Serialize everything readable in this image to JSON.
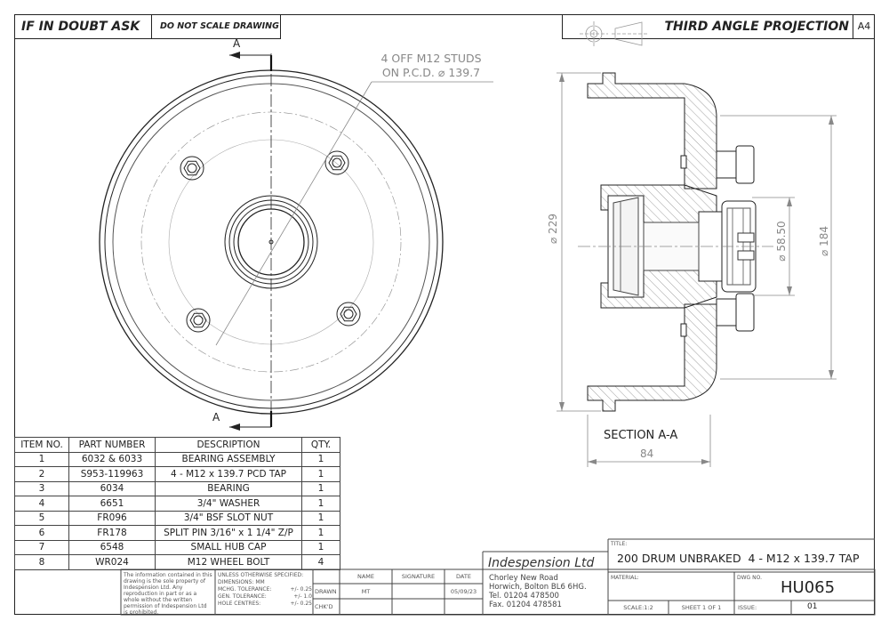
{
  "header": {
    "warning": "IF IN DOUBT ASK",
    "scale_note": "DO NOT SCALE DRAWING",
    "projection": "THIRD ANGLE PROJECTION",
    "sheet_size": "A4"
  },
  "front_view": {
    "section_label_top": "A",
    "section_label_bottom": "A",
    "note_line1": "4 OFF M12 STUDS",
    "note_line2": "ON P.C.D. ⌀ 139.7"
  },
  "section_view": {
    "title": "SECTION A-A",
    "dim_overall_dia": "⌀ 229",
    "dim_hub_bore": "⌀ 58.50",
    "dim_flange_dia": "⌀ 184",
    "dim_depth": "84"
  },
  "bom": {
    "headers": [
      "ITEM NO.",
      "PART NUMBER",
      "DESCRIPTION",
      "QTY."
    ],
    "rows": [
      [
        "1",
        "6032 & 6033",
        "BEARING ASSEMBLY",
        "1"
      ],
      [
        "2",
        "S953-119963",
        "4 - M12 x 139.7 PCD TAP",
        "1"
      ],
      [
        "3",
        "6034",
        "BEARING",
        "1"
      ],
      [
        "4",
        "6651",
        "3/4\" WASHER",
        "1"
      ],
      [
        "5",
        "FR096",
        "3/4\" BSF SLOT NUT",
        "1"
      ],
      [
        "6",
        "FR178",
        "SPLIT PIN 3/16\" x 1 1/4\" Z/P",
        "1"
      ],
      [
        "7",
        "6548",
        "SMALL HUB CAP",
        "1"
      ],
      [
        "8",
        "WR024",
        "M12 WHEEL BOLT",
        "4"
      ]
    ]
  },
  "title_block": {
    "confidentiality": "The information contained in this drawing is the sole property of Indespension Ltd. Any reproduction in part or as a whole without the written permission of Indespension Ltd is prohibited.",
    "spec_line1": "UNLESS OTHERWISE SPECIFIED:",
    "spec_line2": "DIMENSIONS: MM",
    "tol1_label": "MCHG. TOLERANCE:",
    "tol1_value": "+/- 0.25",
    "tol2_label": "GEN. TOLERANCE:",
    "tol2_value": "+/- 1.0",
    "tol3_label": "HOLE CENTRES:",
    "tol3_value": "+/- 0.25",
    "col_name": "NAME",
    "col_signature": "SIGNATURE",
    "col_date": "DATE",
    "drawn_label": "DRAWN",
    "drawn_name": "MT",
    "drawn_date": "05/09/23",
    "chkd_label": "CHK'D",
    "company": "Indespension Ltd",
    "address1": "Chorley New Road",
    "address2": "Horwich, Bolton BL6 6HG.",
    "tel": "Tel. 01204 478500",
    "fax": "Fax. 01204 478581",
    "title_label": "TITLE:",
    "title": "200 DRUM UNBRAKED  4 - M12 x 139.7 TAP",
    "material_label": "MATERIAL:",
    "dwg_label": "DWG NO.",
    "dwg_no": "HU065",
    "scale": "SCALE:1:2",
    "sheet": "SHEET 1 OF 1",
    "issue_label": "ISSUE:",
    "issue": "01"
  }
}
